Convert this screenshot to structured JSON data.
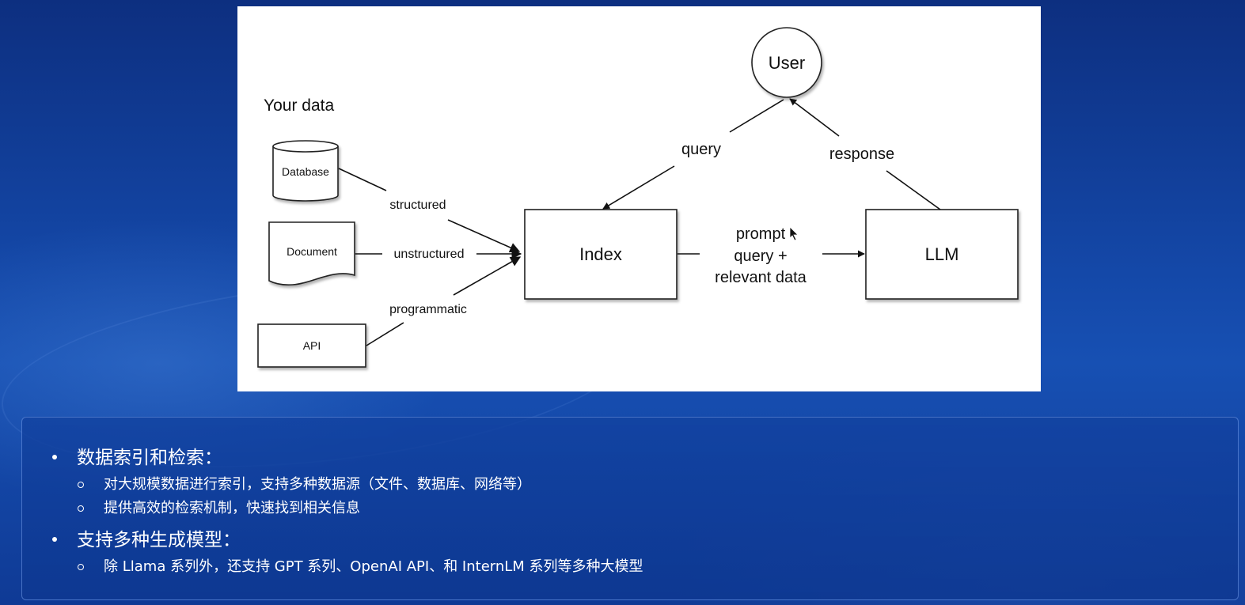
{
  "diagram": {
    "your_data_label": "Your data",
    "nodes": {
      "database": "Database",
      "document": "Document",
      "api": "API",
      "index": "Index",
      "llm": "LLM",
      "user": "User"
    },
    "edges": {
      "structured": "structured",
      "unstructured": "unstructured",
      "programmatic": "programmatic",
      "query": "query",
      "response": "response",
      "prompt_line1": "prompt",
      "prompt_line2": "query +",
      "prompt_line3": "relevant data"
    }
  },
  "bullets": [
    {
      "title": "数据索引和检索：",
      "subs": [
        "对大规模数据进行索引，支持多种数据源（文件、数据库、网络等）",
        "提供高效的检索机制，快速找到相关信息"
      ]
    },
    {
      "title": "支持多种生成模型：",
      "subs": [
        "除 Llama 系列外，还支持 GPT 系列、OpenAI API、和 InternLM 系列等多种大模型"
      ]
    }
  ]
}
